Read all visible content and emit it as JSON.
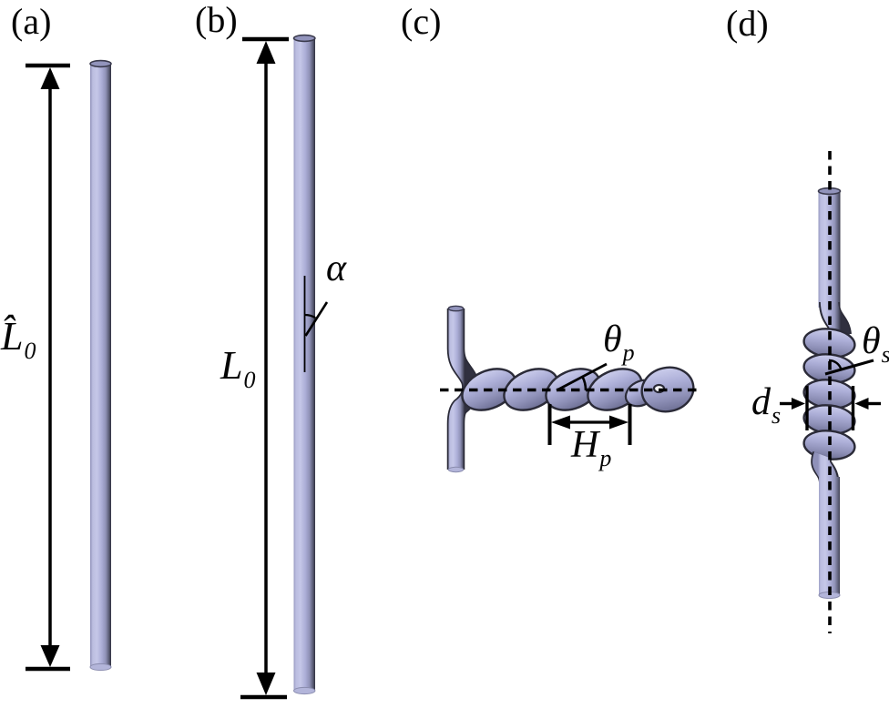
{
  "figure": {
    "style": {
      "background": "#ffffff",
      "fiber_fill": "#aeb0d8",
      "fiber_highlight": "#c5c7e8",
      "fiber_shadow": "#5a5c75",
      "fiber_outline": "#2b2b38",
      "annotation_color": "#000000"
    },
    "panels": {
      "a": {
        "label": "(a)",
        "annotations": {
          "length": {
            "base": "L̂",
            "sub": "0"
          }
        }
      },
      "b": {
        "label": "(b)",
        "annotations": {
          "length": {
            "base": "L",
            "sub": "0"
          },
          "twist_angle": {
            "base": "α",
            "sub": ""
          }
        }
      },
      "c": {
        "label": "(c)",
        "annotations": {
          "ply_angle": {
            "base": "θ",
            "sub": "p"
          },
          "ply_pitch": {
            "base": "H",
            "sub": "p"
          }
        }
      },
      "d": {
        "label": "(d)",
        "annotations": {
          "coil_angle": {
            "base": "θ",
            "sub": "s"
          },
          "coil_diameter": {
            "base": "d",
            "sub": "s"
          }
        }
      }
    }
  }
}
